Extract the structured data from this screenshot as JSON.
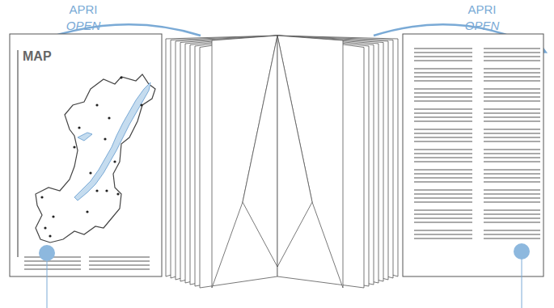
{
  "diagram": {
    "labels": [
      "APRI",
      "OPEN",
      "APRI",
      "OPEN",
      "MAP"
    ]
  }
}
